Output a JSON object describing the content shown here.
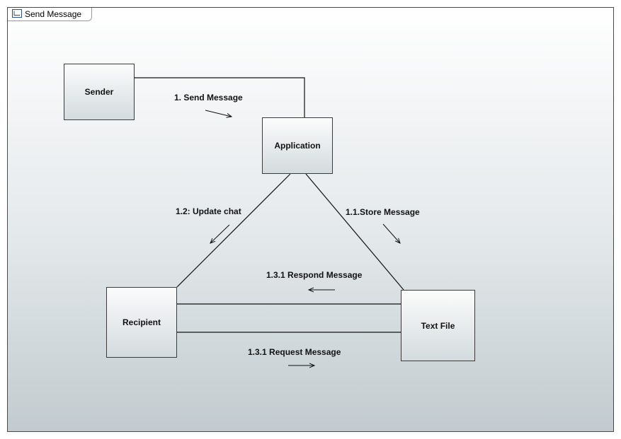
{
  "diagram": {
    "title": "Send Message",
    "nodes": {
      "sender": "Sender",
      "application": "Application",
      "recipient": "Recipient",
      "text_file": "Text File"
    },
    "messages": {
      "send": "1. Send Message",
      "update": "1.2: Update chat",
      "store": "1.1.Store Message",
      "respond": "1.3.1 Respond Message",
      "request": "1.3.1 Request Message"
    }
  }
}
